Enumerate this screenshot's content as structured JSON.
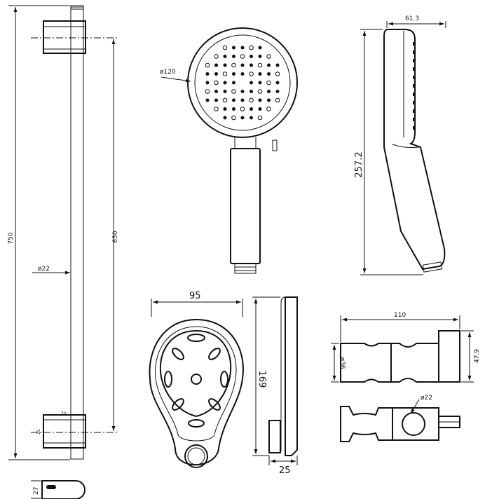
{
  "dimensions": {
    "rail_total_length": "750",
    "rail_bracket_spacing": "650",
    "rail_diameter": "ø22",
    "bracket_small_width": "70",
    "bracket_small_height": "25",
    "bracket_depth": "27",
    "head_diameter": "ø120",
    "head_depth": "61.3",
    "handset_length": "257.2",
    "soapdish_width": "95",
    "soapdish_height": "169",
    "soapdish_depth": "25",
    "slider_length": "110",
    "slider_height": "47.9",
    "slider_handset_diameter": "ø36",
    "slider_rail_diameter": "ø22"
  }
}
